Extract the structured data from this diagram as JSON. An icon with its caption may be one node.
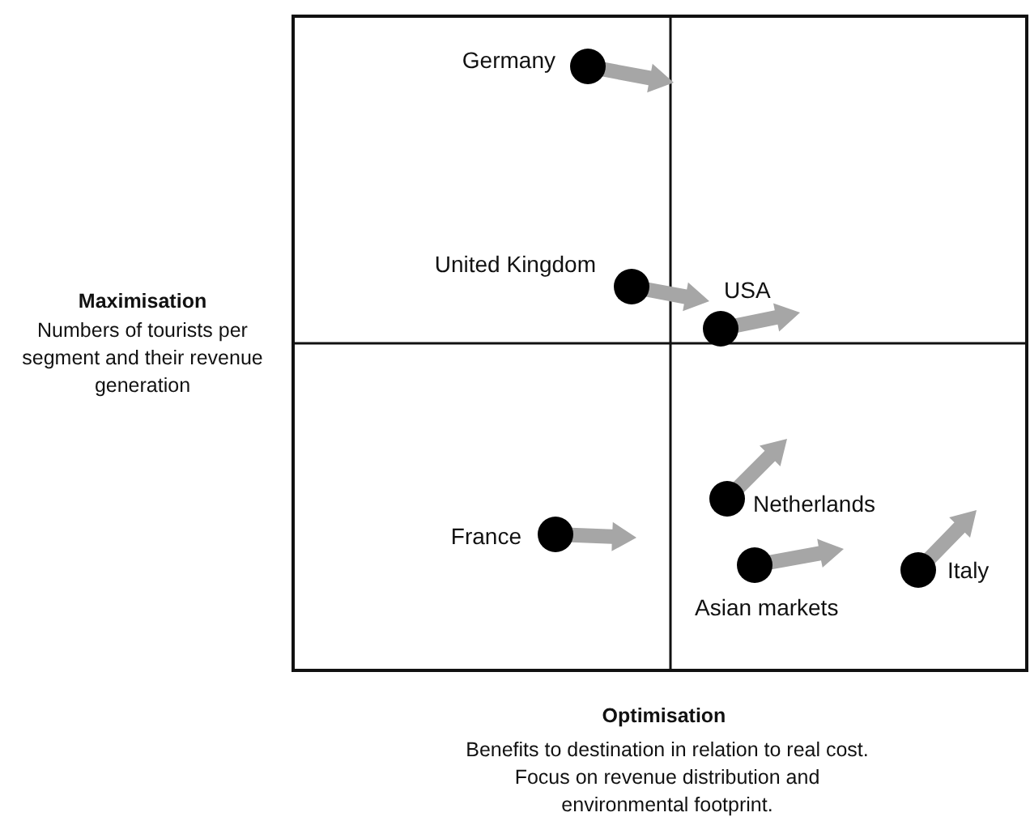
{
  "diagram": {
    "labels": [
      "Germany",
      "United Kingdom",
      "USA",
      "Netherlands",
      "France",
      "Asian markets",
      "Italy",
      "Maximisation",
      "Numbers of tourists per segment and their revenue generation",
      "Optimisation",
      "Benefits to destination in relation to real cost. Focus on revenue distribution and environmental footprint."
    ]
  }
}
